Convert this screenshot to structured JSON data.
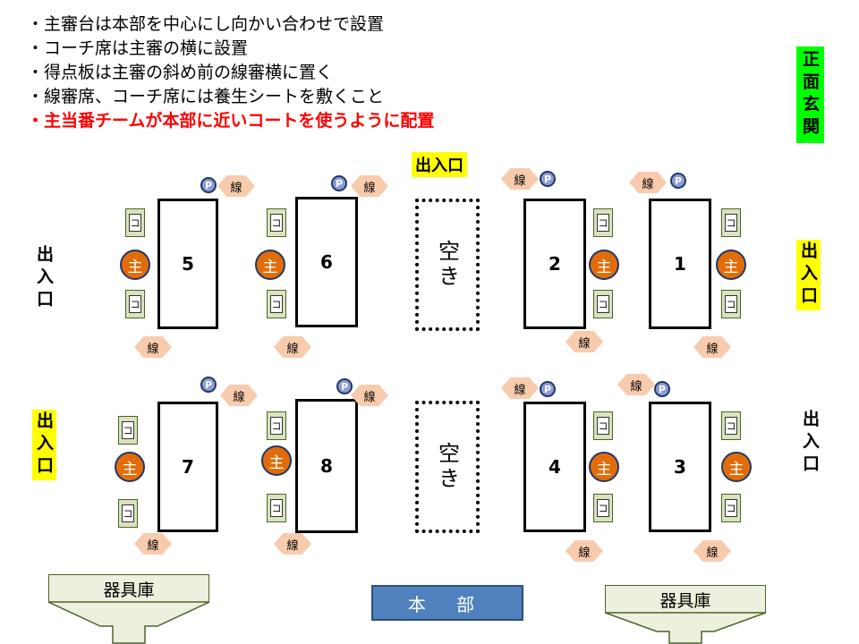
{
  "notes": [
    "・主審台は本部を中心にし向かい合わせで設置",
    "・コーチ席は主審の横に設置",
    "・得点板は主審の斜め前の線審横に置く",
    "・線審席、コーチ席には養生シートを敷くこと"
  ],
  "note_highlight": "・主当番チームが本部に近いコートを使うように配置",
  "labels": {
    "front_entrance": "正面玄関",
    "entrance": "出入口",
    "empty": "空き",
    "headquarters": "本 部",
    "equipment_storage": "器具庫",
    "referee": "主",
    "coach": "コ",
    "linesman": "線",
    "scoreboard": "P"
  },
  "courts": [
    "5",
    "6",
    "2",
    "1",
    "7",
    "8",
    "4",
    "3"
  ],
  "colors": {
    "referee": "#e36c0a",
    "coach": "#d7e4bd",
    "linesman": "#f8cbad",
    "headquarters": "#4f81bd",
    "highlight_yellow": "#ffff00",
    "highlight_green": "#00ff00",
    "note_red": "#ff0000"
  }
}
